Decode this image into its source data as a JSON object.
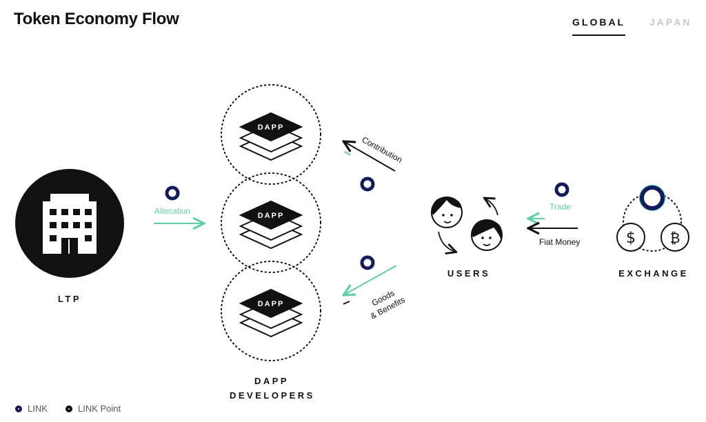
{
  "page": {
    "title": "Token Economy Flow"
  },
  "tabs": [
    {
      "label": "GLOBAL",
      "active": true
    },
    {
      "label": "JAPAN",
      "active": false
    }
  ],
  "nodes": {
    "ltp": "LTP",
    "dapp_developers_line1": "DAPP",
    "dapp_developers_line2": "DEVELOPERS",
    "users": "USERS",
    "exchange": "EXCHANGE",
    "dapp_card": "DAPP"
  },
  "flows": {
    "allocation": "Allocation",
    "contribution": "Contribution",
    "goods_line1": "Goods",
    "goods_line2": "& Benefits",
    "trade": "Trade",
    "fiat_money": "Fiat Money"
  },
  "legend": {
    "link": "LINK",
    "link_point": "LINK Point"
  },
  "colors": {
    "accent_green": "#5dcfa6",
    "link_navy": "#151a5c",
    "exchange_teal": "#3fd3a8",
    "ink": "#111111",
    "inactive_tab": "#c8c8c8"
  },
  "icons": [
    "building-icon",
    "dapp-stack-icon",
    "users-exchange-icon",
    "dollar-icon",
    "bitcoin-icon",
    "link-token-icon",
    "link-point-icon"
  ]
}
